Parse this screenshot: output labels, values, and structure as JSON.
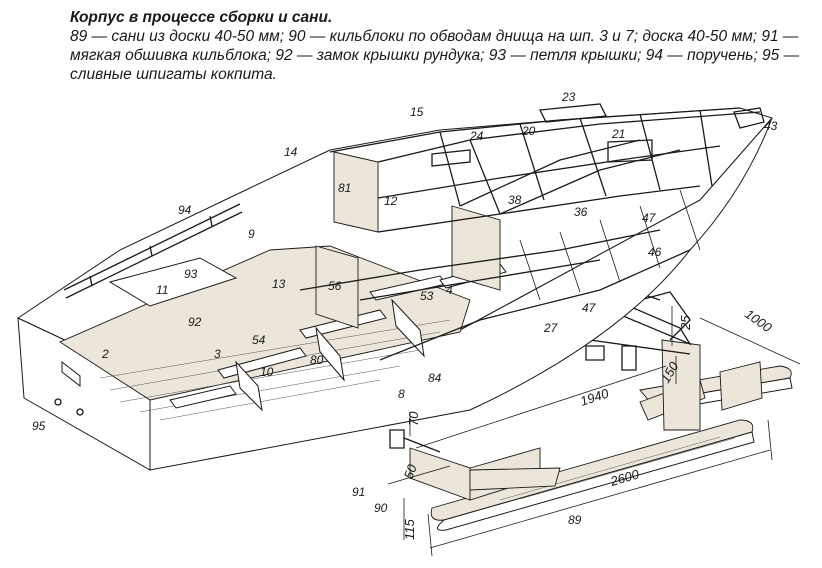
{
  "caption": {
    "title": "Корпус в процессе сборки и сани.",
    "text": "89 — сани из доски 40-50 мм; 90 — кильблоки по обводам днища на шп. 3 и 7; доска 40-50 мм; 91 — мягкая обшивка кильблока; 92 — замок крышки рундука; 93 — петля крышки; 94 — поручень; 95 — сливные шпигаты кокпита."
  },
  "labels": {
    "l23": "23",
    "l43": "43",
    "l15": "15",
    "l24": "24",
    "l20": "20",
    "l21": "21",
    "l14": "14",
    "l81": "81",
    "l12": "12",
    "l38": "38",
    "l36": "36",
    "l47a": "47",
    "l94": "94",
    "l9": "9",
    "l46": "46",
    "l93": "93",
    "l13": "13",
    "l11": "11",
    "l56": "56",
    "l53": "53",
    "l4": "4",
    "l47b": "47",
    "l92": "92",
    "l27": "27",
    "l2": "2",
    "l54": "54",
    "l3": "3",
    "l10": "10",
    "l80": "80",
    "l84": "84",
    "l8": "8",
    "l95": "95",
    "l91": "91",
    "l90": "90",
    "l89": "89"
  },
  "dimensions": {
    "d25": "25",
    "d1000": "1000",
    "d150": "150",
    "d1940": "1940",
    "d70": "70",
    "d50": "50",
    "d115": "115",
    "d2600": "2600"
  }
}
